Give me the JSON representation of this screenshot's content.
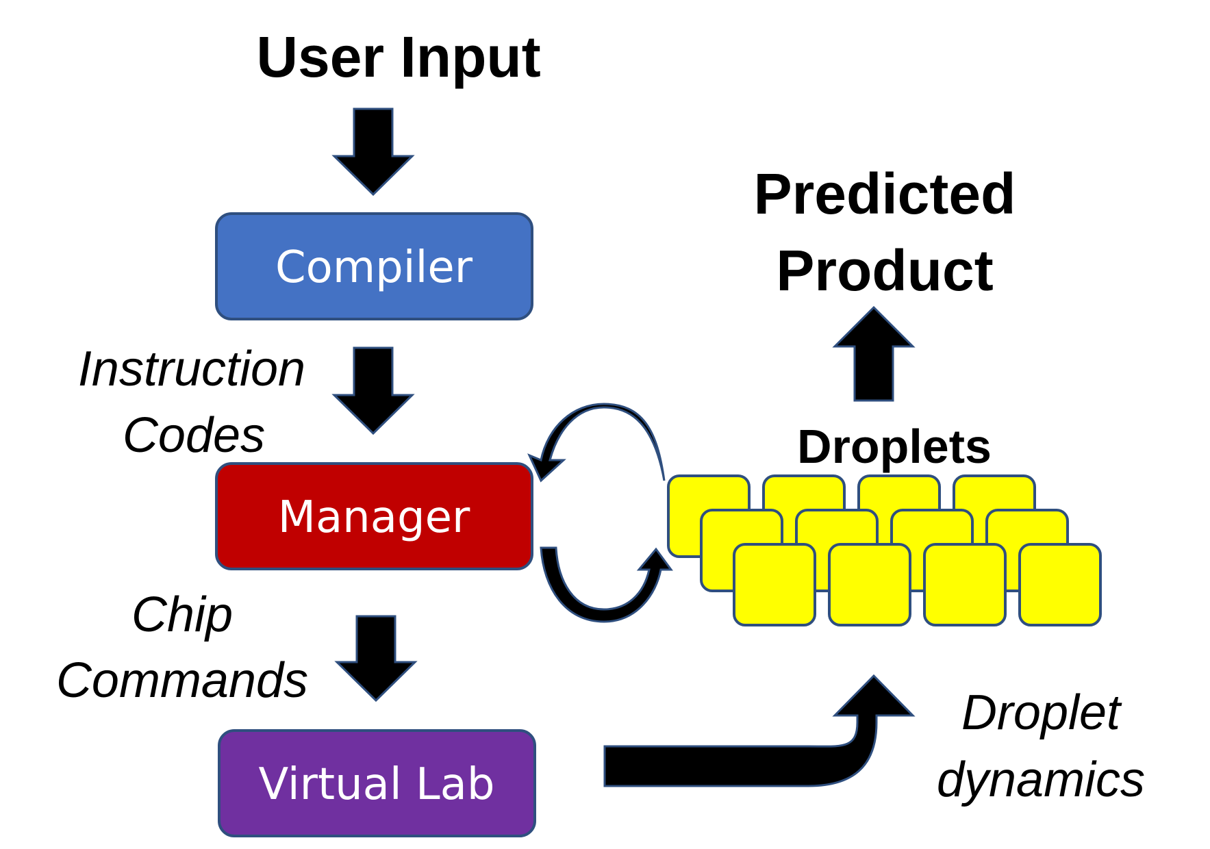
{
  "labels": {
    "user_input": "User Input",
    "predicted_product_line1": "Predicted",
    "predicted_product_line2": "Product",
    "droplets": "Droplets",
    "instruction_codes_line1": "Instruction",
    "instruction_codes_line2": "Codes",
    "chip_commands_line1": "Chip",
    "chip_commands_line2": "Commands",
    "droplet_dynamics_line1": "Droplet",
    "droplet_dynamics_line2": "dynamics"
  },
  "boxes": {
    "compiler": {
      "label": "Compiler",
      "color": "#4472C4"
    },
    "manager": {
      "label": "Manager",
      "color": "#C00000"
    },
    "virtual_lab": {
      "label": "Virtual Lab",
      "color": "#7030A0"
    }
  },
  "colors": {
    "box_border": "#2F4F7F",
    "droplet_fill": "#FFFF00",
    "droplet_border": "#2F4F7F",
    "arrow_fill": "#000000",
    "arrow_outline": "#2F4F7F"
  }
}
